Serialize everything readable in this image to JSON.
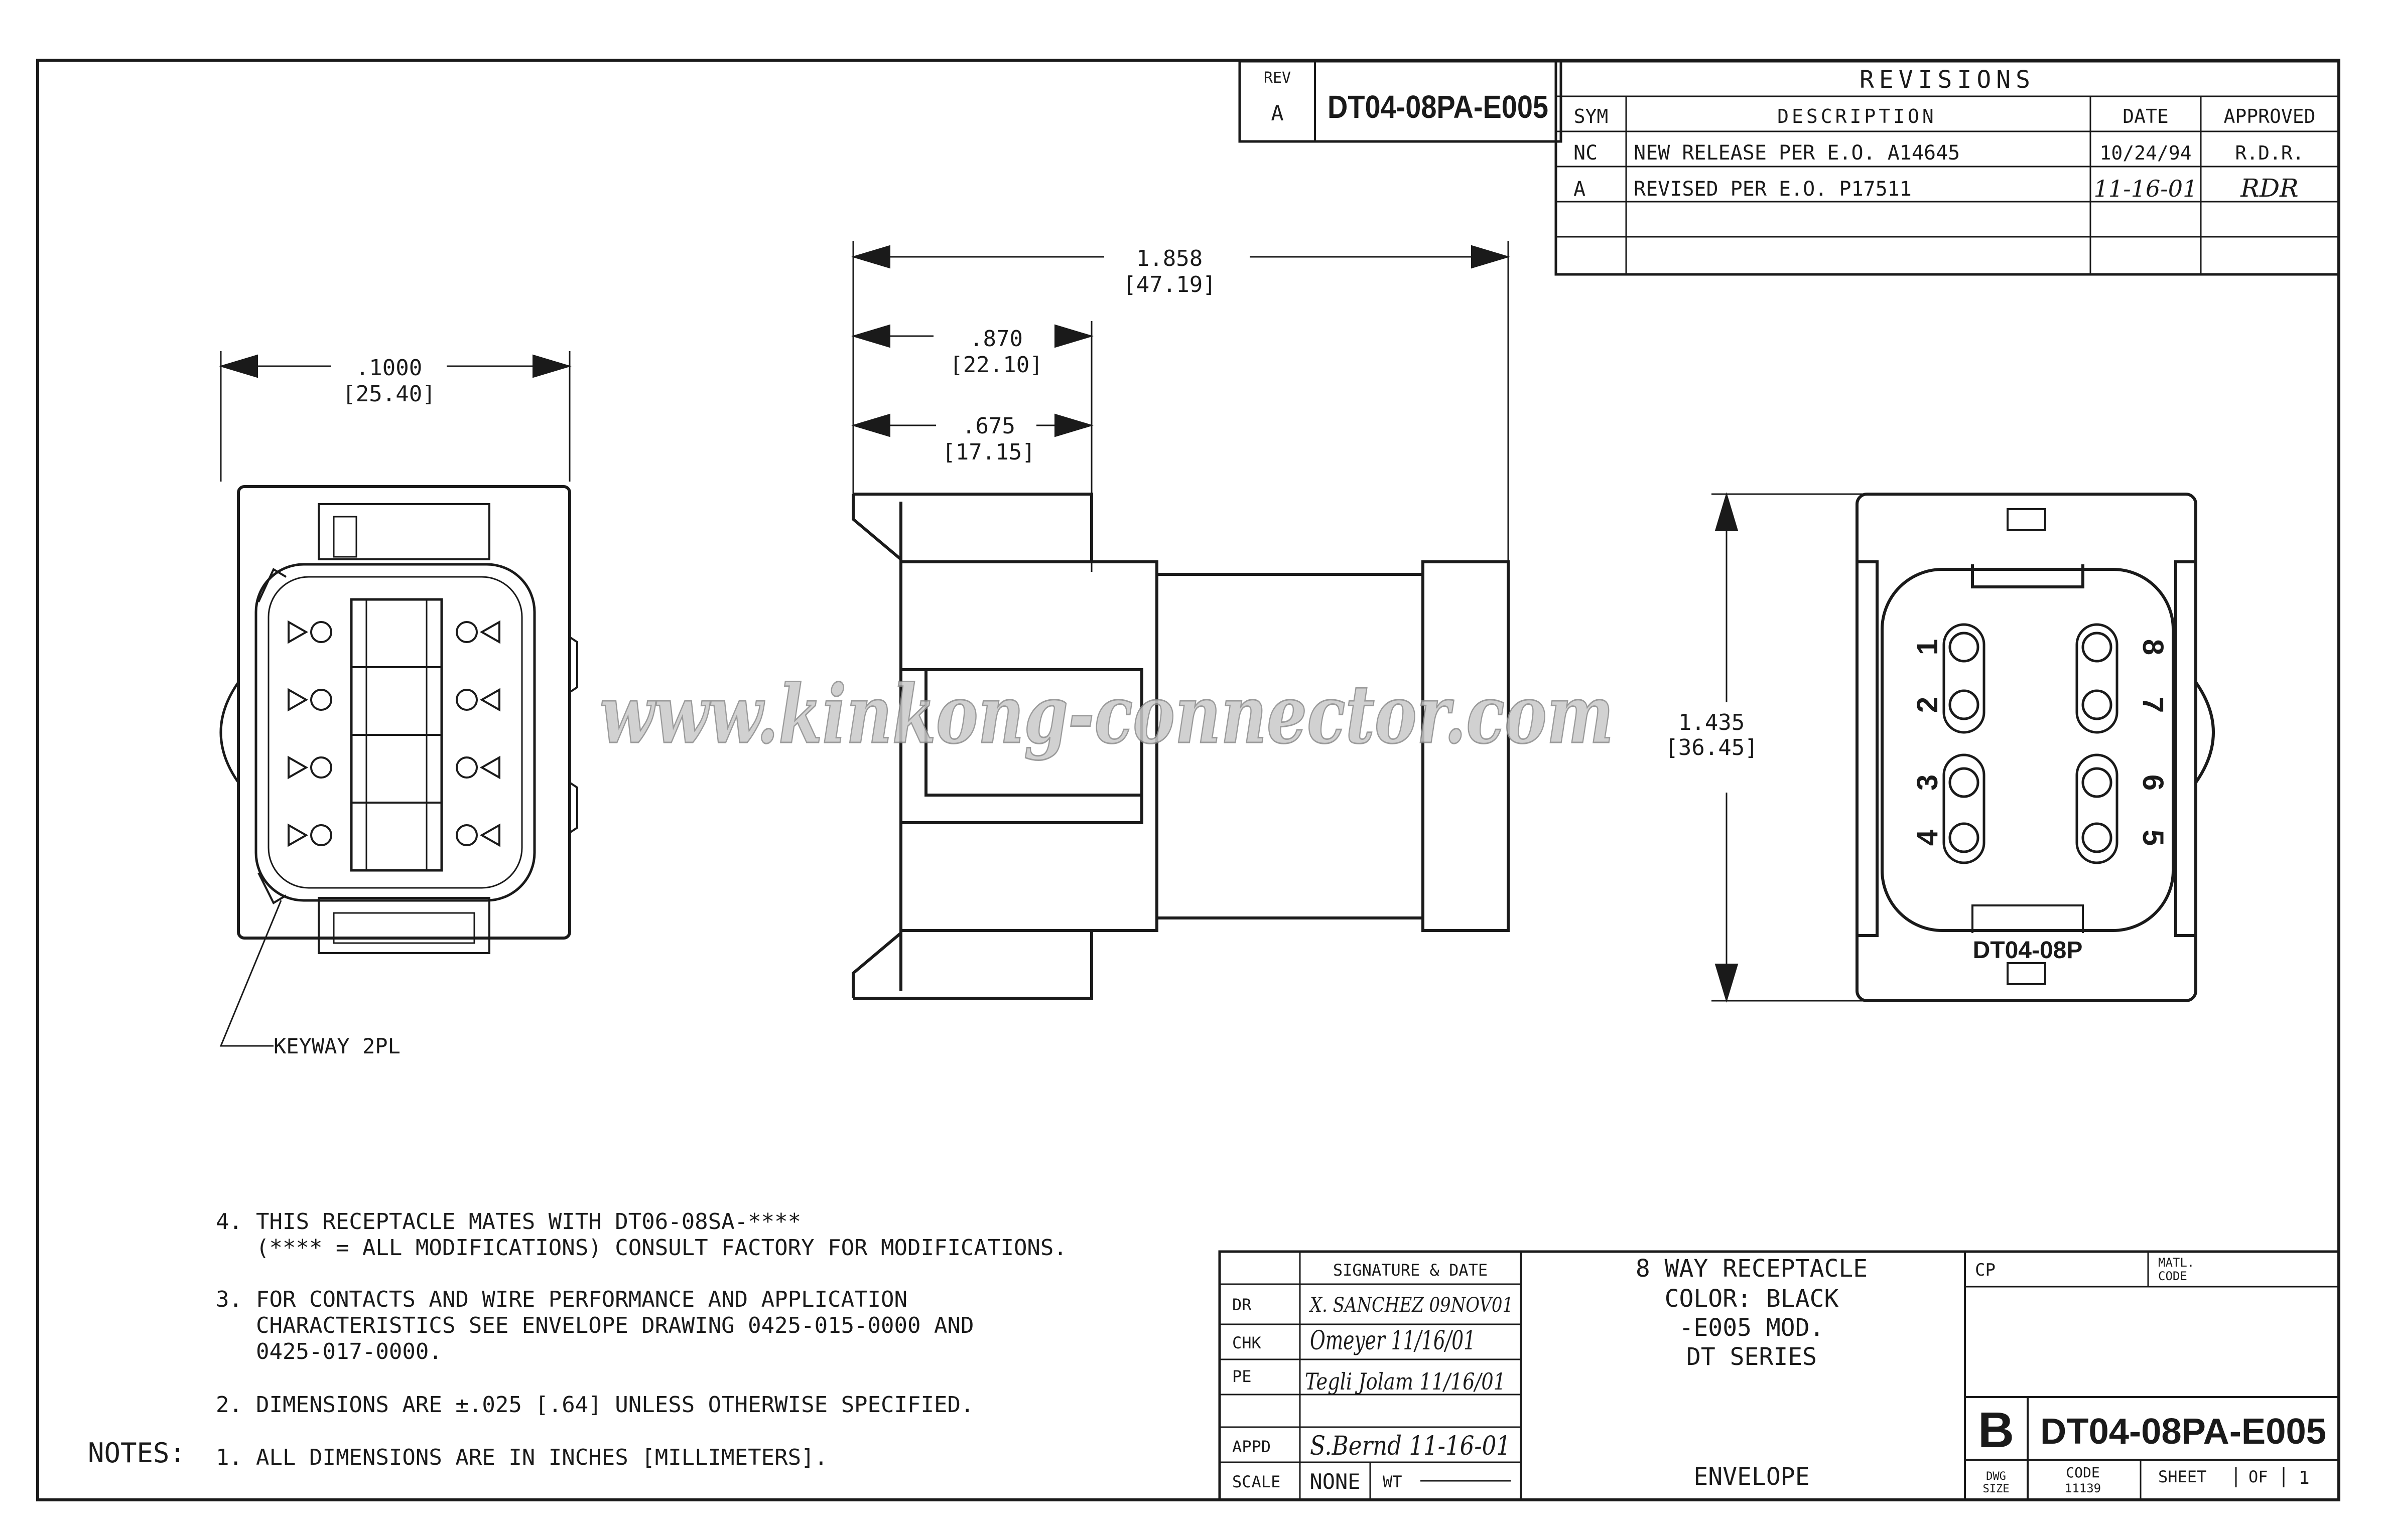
{
  "title_block": {
    "rev_label": "REV",
    "rev_value": "A",
    "part_number": "DT04-08PA-E005",
    "description_lines": [
      "8 WAY RECEPTACLE",
      "COLOR: BLACK",
      "-E005 MOD.",
      "DT SERIES"
    ],
    "envelope": "ENVELOPE",
    "cp_label": "CP",
    "matl_code_label": [
      "MATL.",
      "CODE"
    ],
    "dwg_size": "B",
    "dwg_size_label": [
      "DWG",
      "SIZE"
    ],
    "code_label": "CODE",
    "code_value": "11139",
    "sheet_label": "SHEET",
    "of_label": "OF",
    "sheet_value": "1",
    "signature_header": "SIGNATURE & DATE",
    "signatures": [
      {
        "role": "DR",
        "value": "X. SANCHEZ 09NOV01"
      },
      {
        "role": "CHK",
        "value": "Omeyer 11/16/01"
      },
      {
        "role": "PE",
        "value": "Tegli Jolam 11/16/01"
      },
      {
        "role": "APPD",
        "value": "S.Bernd 11-16-01"
      }
    ],
    "scale_label": "SCALE",
    "scale_value": "NONE",
    "wt_label": "WT"
  },
  "revisions": {
    "title": "REVISIONS",
    "headers": [
      "SYM",
      "DESCRIPTION",
      "DATE",
      "APPROVED"
    ],
    "rows": [
      {
        "sym": "NC",
        "description": "NEW RELEASE PER E.O. A14645",
        "date": "10/24/94",
        "approved": "R.D.R."
      },
      {
        "sym": "A",
        "description": "REVISED PER E.O. P17511",
        "date": "11-16-01",
        "approved": "RDR"
      }
    ]
  },
  "dimensions": {
    "front_width": {
      "in": ".1000",
      "mm": "[25.40]"
    },
    "overall_length": {
      "in": "1.858",
      "mm": "[47.19]"
    },
    "mid_length": {
      "in": ".870",
      "mm": "[22.10]"
    },
    "short_length": {
      "in": ".675",
      "mm": "[17.15]"
    },
    "height": {
      "in": "1.435",
      "mm": "[36.45]"
    }
  },
  "labels": {
    "keyway": "KEYWAY 2PL",
    "rear_marking": "DT04-08P",
    "pin_numbers": [
      "1",
      "2",
      "3",
      "4",
      "5",
      "6",
      "7",
      "8"
    ]
  },
  "notes": {
    "heading": "NOTES:",
    "items": [
      {
        "num": "4.",
        "lines": [
          "THIS RECEPTACLE MATES WITH DT06-08SA-****",
          "(**** = ALL MODIFICATIONS) CONSULT FACTORY FOR MODIFICATIONS."
        ]
      },
      {
        "num": "3.",
        "lines": [
          "FOR CONTACTS AND WIRE PERFORMANCE AND APPLICATION",
          "CHARACTERISTICS SEE ENVELOPE DRAWING 0425-015-0000 AND",
          "0425-017-0000."
        ]
      },
      {
        "num": "2.",
        "lines": [
          "DIMENSIONS ARE ±.025 [.64] UNLESS OTHERWISE SPECIFIED."
        ]
      },
      {
        "num": "1.",
        "lines": [
          "ALL DIMENSIONS ARE IN INCHES [MILLIMETERS]."
        ]
      }
    ]
  },
  "watermark": "www.kinkong-connector.com"
}
